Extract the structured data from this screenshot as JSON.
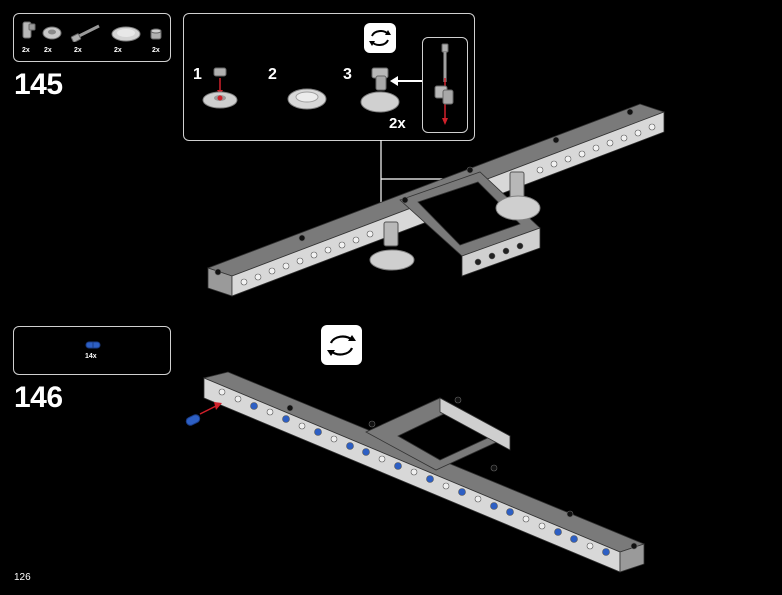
{
  "step145": {
    "number": "145",
    "parts": [
      {
        "icon": "axle-connector-part-icon",
        "qty": "2x"
      },
      {
        "icon": "gear-part-icon",
        "qty": "2x"
      },
      {
        "icon": "axle-part-icon",
        "qty": "2x"
      },
      {
        "icon": "dish-part-icon",
        "qty": "2x"
      },
      {
        "icon": "bush-part-icon",
        "qty": "2x"
      }
    ],
    "callout": {
      "substeps": [
        "1",
        "2",
        "3"
      ],
      "qty": "2x"
    }
  },
  "step146": {
    "number": "146",
    "parts": [
      {
        "icon": "blue-pin-part-icon",
        "qty": "14x"
      }
    ]
  },
  "page_number": "126",
  "colors": {
    "background": "#000000",
    "beam": "#7a7a7a",
    "beam_light": "#cfcfcf",
    "pin_blue": "#2d5fc4",
    "arrow_red": "#d0202a"
  }
}
